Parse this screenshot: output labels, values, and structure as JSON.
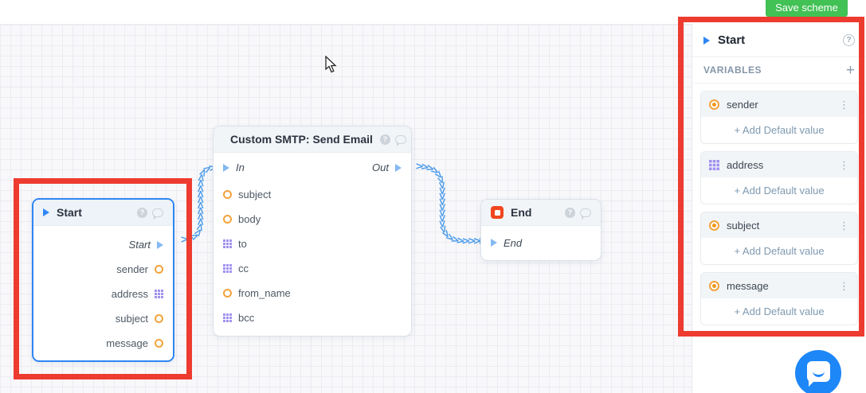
{
  "toolbar": {
    "save_label": "Save scheme"
  },
  "icons": {
    "question": "?",
    "kebab": "⋮",
    "plus": "+"
  },
  "colors": {
    "selection_annotation": "#ee3b30",
    "accent_blue": "#2e86f5",
    "save_green": "#42c155",
    "port_orange": "#f2a33c",
    "port_purple": "#a191ef",
    "connector_blue": "#4c9be8",
    "end_icon_red": "#f0461f",
    "chat_blue": "#1d87f7"
  },
  "nodes": {
    "start": {
      "title": "Start",
      "flow_out": "Start",
      "ports": [
        {
          "label": "sender",
          "kind": "value"
        },
        {
          "label": "address",
          "kind": "list"
        },
        {
          "label": "subject",
          "kind": "value"
        },
        {
          "label": "message",
          "kind": "value"
        }
      ]
    },
    "smtp": {
      "title": "Custom SMTP: Send Email",
      "in_label": "In",
      "out_label": "Out",
      "ports": [
        {
          "label": "subject",
          "kind": "value"
        },
        {
          "label": "body",
          "kind": "value"
        },
        {
          "label": "to",
          "kind": "list"
        },
        {
          "label": "cc",
          "kind": "list"
        },
        {
          "label": "from_name",
          "kind": "value"
        },
        {
          "label": "bcc",
          "kind": "list"
        }
      ]
    },
    "end": {
      "title": "End",
      "in_label": "End"
    }
  },
  "sidebar": {
    "title": "Start",
    "section": "VARIABLES",
    "variables": [
      {
        "name": "sender",
        "kind": "value",
        "action": "+ Add Default value"
      },
      {
        "name": "address",
        "kind": "list",
        "action": "+ Add Default value"
      },
      {
        "name": "subject",
        "kind": "value",
        "action": "+ Add Default value"
      },
      {
        "name": "message",
        "kind": "value",
        "action": "+ Add Default value"
      }
    ]
  }
}
